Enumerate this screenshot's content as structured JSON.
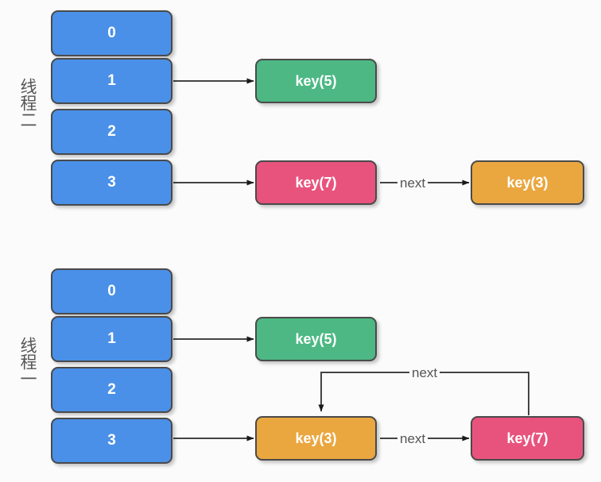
{
  "diagram": {
    "title": "HashMap concurrent resize linked-list diagram",
    "background_color": "#fbfbfb",
    "edge_label": "next",
    "colors": {
      "bucket": "#4a90e8",
      "green": "#4db884",
      "pink": "#e8537e",
      "orange": "#eaa740",
      "border": "#4a4a4a",
      "text_gray": "#555555"
    }
  },
  "sections": [
    {
      "id": "thread-two",
      "label": "线程二",
      "buckets": [
        {
          "index": "0"
        },
        {
          "index": "1"
        },
        {
          "index": "2"
        },
        {
          "index": "3"
        }
      ],
      "nodes": [
        {
          "id": "t2-key5",
          "label": "key(5)",
          "color": "green"
        },
        {
          "id": "t2-key7",
          "label": "key(7)",
          "color": "pink"
        },
        {
          "id": "t2-key3",
          "label": "key(3)",
          "color": "orange"
        }
      ],
      "edges": [
        {
          "from": "bucket-1",
          "to": "t2-key5",
          "label": ""
        },
        {
          "from": "bucket-3",
          "to": "t2-key7",
          "label": ""
        },
        {
          "from": "t2-key7",
          "to": "t2-key3",
          "label": "next"
        }
      ]
    },
    {
      "id": "thread-one",
      "label": "线程一",
      "buckets": [
        {
          "index": "0"
        },
        {
          "index": "1"
        },
        {
          "index": "2"
        },
        {
          "index": "3"
        }
      ],
      "nodes": [
        {
          "id": "t1-key5",
          "label": "key(5)",
          "color": "green"
        },
        {
          "id": "t1-key3",
          "label": "key(3)",
          "color": "orange"
        },
        {
          "id": "t1-key7",
          "label": "key(7)",
          "color": "pink"
        }
      ],
      "edges": [
        {
          "from": "bucket-1",
          "to": "t1-key5",
          "label": ""
        },
        {
          "from": "bucket-3",
          "to": "t1-key3",
          "label": ""
        },
        {
          "from": "t1-key3",
          "to": "t1-key7",
          "label": "next"
        },
        {
          "from": "t1-key7",
          "to": "t1-key3",
          "label": "next"
        }
      ]
    }
  ]
}
